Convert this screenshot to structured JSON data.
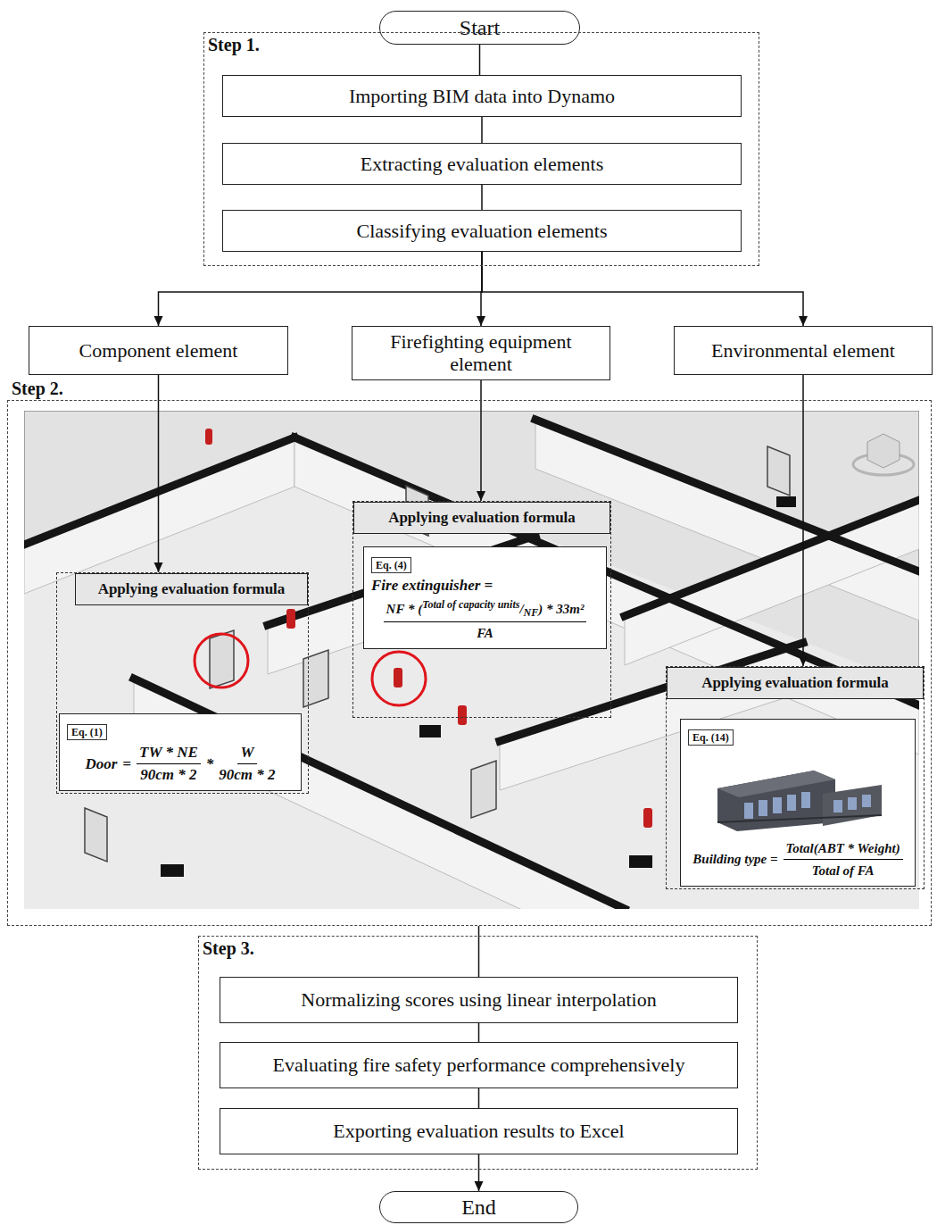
{
  "diagram": {
    "nodes": [
      {
        "text": [
          "Start"
        ]
      },
      {
        "text": [
          "Step 1."
        ]
      },
      {
        "text": [
          "Importing BIM data into Dynamo"
        ],
        "in": 1
      },
      {
        "text": [
          "Extracting evaluation elements"
        ],
        "in": 1
      },
      {
        "text": [
          "Classifying evaluation elements"
        ],
        "in": 1
      },
      {
        "text": [
          "Component element"
        ]
      },
      {
        "text": [
          "Firefighting equipment element"
        ]
      },
      {
        "text": [
          "Environmental element"
        ]
      },
      {
        "text": [
          "Step 2."
        ]
      },
      {
        "text": [
          "Applying evaluation formula"
        ],
        "in": 8
      },
      {
        "text": [
          "Eq. (1)",
          "Door",
          "=",
          "TW * NE",
          "90cm * 2",
          "*",
          "W",
          "90cm * 2"
        ],
        "in": 9
      },
      {
        "text": [
          "Applying evaluation formula"
        ],
        "in": 8
      },
      {
        "text": [
          "Eq. (4)",
          "Fire extinguisher =",
          "NF * (",
          "Total of capacity units",
          "/",
          "NF",
          ") * 33m²",
          "FA"
        ],
        "in": 11
      },
      {
        "text": [
          "Applying evaluation formula"
        ],
        "in": 8
      },
      {
        "text": [
          "Eq. (14)",
          "Building type =",
          "Total(ABT * Weight)",
          "Total of FA"
        ],
        "in": 13
      },
      {
        "text": [
          "Step 3."
        ]
      },
      {
        "text": [
          "Normalizing scores using linear interpolation"
        ],
        "in": 15
      },
      {
        "text": [
          "Evaluating fire safety performance comprehensively"
        ],
        "in": 15
      },
      {
        "text": [
          "Exporting evaluation results to Excel"
        ],
        "in": 15
      },
      {
        "text": [
          "End"
        ]
      }
    ],
    "edges": [
      {
        "from": 0,
        "to": 2,
        "arrow": "none"
      },
      {
        "from": 2,
        "to": 3,
        "arrow": "none"
      },
      {
        "from": 3,
        "to": 4,
        "arrow": "none"
      },
      {
        "from": 4,
        "to": 5,
        "arrow": "to"
      },
      {
        "from": 4,
        "to": 6,
        "arrow": "to"
      },
      {
        "from": 4,
        "to": 7,
        "arrow": "to"
      },
      {
        "from": 5,
        "to": 9,
        "arrow": "to"
      },
      {
        "from": 6,
        "to": 11,
        "arrow": "to"
      },
      {
        "from": 7,
        "to": 13,
        "arrow": "to"
      },
      {
        "from": 8,
        "to": 16,
        "arrow": "none"
      },
      {
        "from": 16,
        "to": 17,
        "arrow": "none"
      },
      {
        "from": 17,
        "to": 18,
        "arrow": "none"
      },
      {
        "from": 18,
        "to": 19,
        "arrow": "to"
      }
    ]
  }
}
